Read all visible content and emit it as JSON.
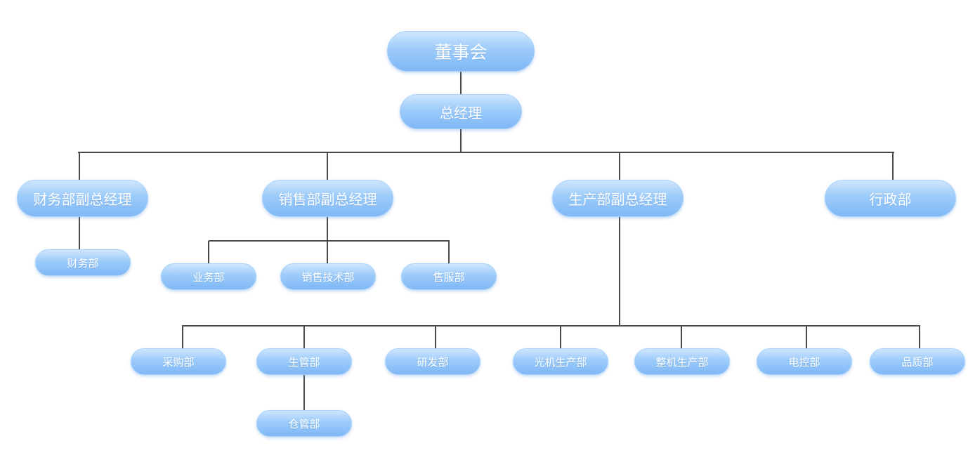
{
  "org": {
    "board": "董事会",
    "gm": "总经理",
    "vp_finance": "财务部副总经理",
    "vp_sales": "销售部副总经理",
    "vp_production": "生产部副总经理",
    "admin": "行政部",
    "finance_dept": "财务部",
    "business_dept": "业务部",
    "sales_tech_dept": "销售技术部",
    "after_sales_dept": "售服部",
    "purchasing_dept": "采购部",
    "production_mgmt_dept": "生管部",
    "rnd_dept": "研发部",
    "optical_prod_dept": "光机生产部",
    "assembly_prod_dept": "整机生产部",
    "electric_ctrl_dept": "电控部",
    "quality_dept": "品质部",
    "warehouse_dept": "仓管部"
  },
  "colors": {
    "node_top": "#cfe6fd",
    "node_bottom": "#7fb8f6",
    "node_text": "#ffffff",
    "line": "#4a4a4a"
  }
}
